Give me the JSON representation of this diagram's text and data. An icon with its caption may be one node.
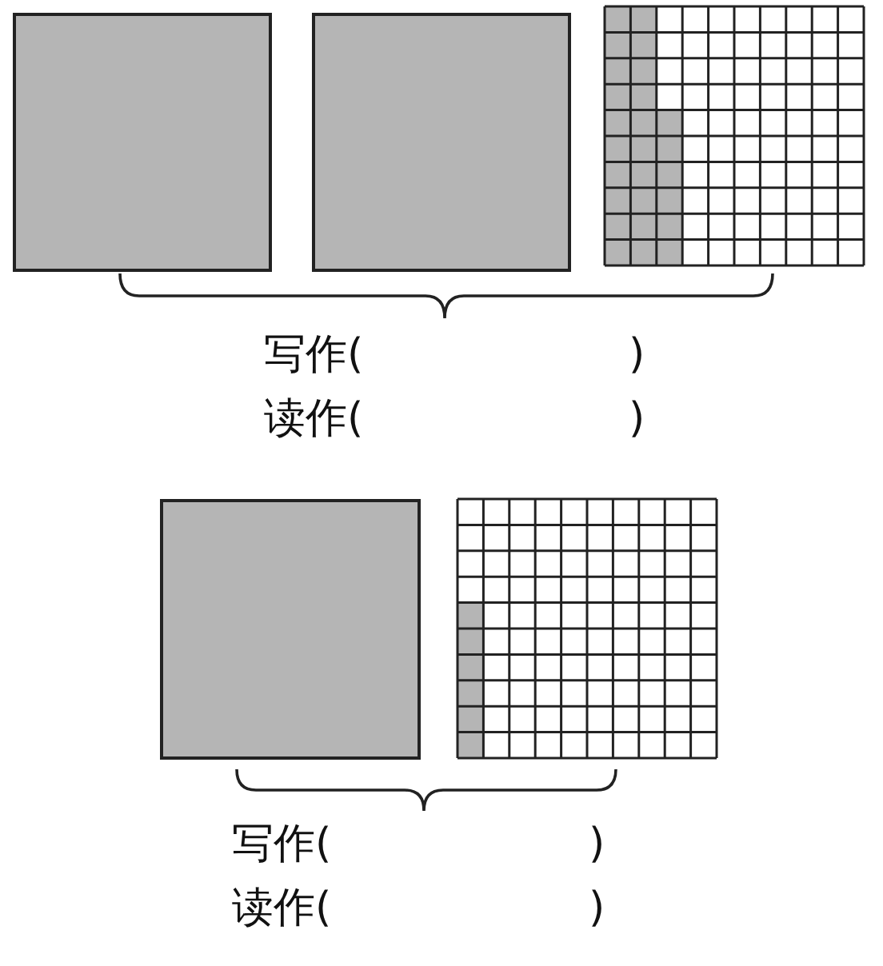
{
  "diagram": {
    "labels": [
      "写作(",
      ")",
      "读作(",
      ")",
      "写作(",
      ")",
      "读作(",
      ")"
    ]
  }
}
